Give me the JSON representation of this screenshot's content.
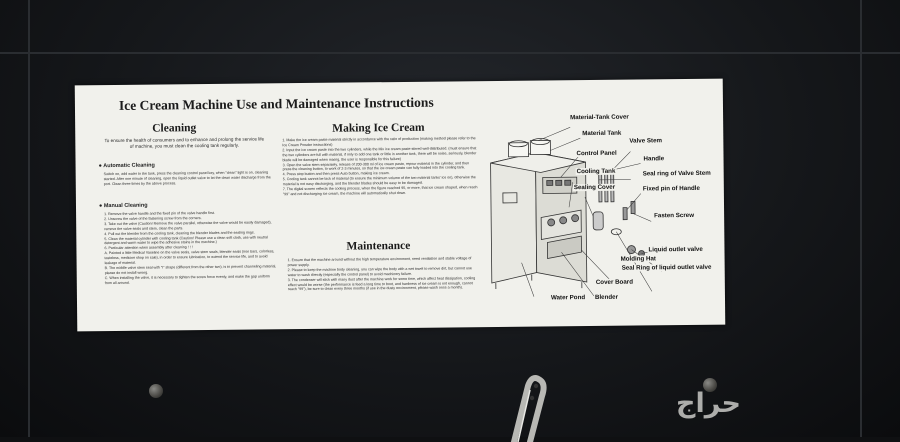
{
  "sign": {
    "title": "Ice Cream Machine Use and Maintenance Instructions",
    "cleaning": {
      "heading": "Cleaning",
      "intro": "To ensure the health of consumers and to enhance and prolong the service life of machine, you must clean the cooling tank regularly.",
      "auto_heading": "● Automatic Cleaning",
      "auto_text": "Switch on, add water to the tank, press the cleaning control panel key, when \"clean\" light is on, cleaning started. After one minute of cleaning, open the liquid outlet valve to let the clean water discharge from the port. Clean three times by the above process.",
      "manual_heading": "● Manual Cleaning",
      "manual_steps": [
        "1. Remove the valve handle and the fixed pin of the valve handle first.",
        "2. Unscrew the valve of the fastening screw from the corners.",
        "3. Take out the valve (Caution! Remove the valve parallel, otherwise the valve would be easily damaged), remove the valve seals and stem, clean the parts.",
        "4. Pull out the blender from the cooling tank, cleaning the blender blades and the sealing rings.",
        "5. Clean the material cylinder with cooling tank (Caution! Please use a clean soft cloth, use with neutral detergent and warm water to wipe the adhesive stains in the machine.)",
        "6. Particular attention when assembly after cleaning ! ! !",
        "A. Painted a little Medical Vaseline on the valve seals, valve stem seals, blender seals (iron bars, colorless, tasteless, medicine shop on sale), in order to ensure lubrication, to extend the service life, and to avoid leakage of material.",
        "B. The middle valve stem seal with \"I\" shape (different from the other two), is to prevent channeling material, please do not install wrong.",
        "C. When installing the valve, it is necessary to tighten the screw force evenly, and make the gap uniform from all around."
      ]
    },
    "making": {
      "heading": "Making Ice Cream",
      "steps": [
        "1. Make the ice cream paste material strictly in accordance with the ratio of production (making method please refer to the Ice Cream Powder instructions)",
        "2. Input the ice cream paste into the two cylinders, while the Mix ice cream paste stirred well-distributed. (must ensure that the two cylinders are full with material, if only to add one tank or little in another tank, there will be noise, seriously, blender blade will be damaged when mixing, the user is responsible for this failure)",
        "3. Open the valve stem separately, release of 200-300 ml of ice cream paste, repour material in the cylinder, and then press the cleaning button, to work of 2-3 minutes, so that the ice cream paste can fully loaded into the cooling tank.",
        "4. Press stop button and then press Auto button, making ice cream.",
        "5. Cooling tank cannot be lack of material (to ensure the minimum volume of the two material tanks' ice on), otherwise the material is not easy discharging, and the blender blades should be easy to be damaged.",
        "7. The digital screen reflects the cooling process, when the figure reached 95, or more, that ice cream shaped, when reach \"99\" and not discharging ice cream, the machine will automatically shut down."
      ]
    },
    "maintenance": {
      "heading": "Maintenance",
      "steps": [
        "1. Ensure that the machine around without the high temperature environment, need ventilation and stable voltage of power supply.",
        "2. Please to keep the machine body cleaning, you can wipe the body with a wet towel to remove dirt, but cannot use water to wash directly (especially the control panel) to avoid machinery failure.",
        "3. The condenser will stick with many dust after the machine work for some time, which affect heat dissipation, cooling effect would be worse (the performance is feed a long time to boot, and hardness of ice cream is not enough, cannot reach \"99\"), be sure to clean every three months (if use in the dusty environment, please wash once a month)."
      ]
    },
    "diagram_labels": {
      "material_tank_cover": "Material-Tank Cover",
      "material_tank": "Material Tank",
      "valve_stem": "Valve Stem",
      "control_panel": "Control Panel",
      "handle": "Handle",
      "cooling_tank": "Cooling Tank",
      "seal_ring_valve_stem": "Seal ring of Valve Stem",
      "sealing_cover": "Sealing Cover",
      "fixed_pin_handle": "Fixed pin of Handle",
      "fasten_screw": "Fasten Screw",
      "liquid_outlet_valve": "Liquid outlet valve",
      "molding_hat": "Molding Hat",
      "seal_ring_liquid_outlet": "Seal Ring of liquid outlet valve",
      "cover_board": "Cover Board",
      "water_pond": "Water Pond",
      "blender": "Blender"
    }
  },
  "watermark": "حراج",
  "colors": {
    "panel": "#f1f1ec",
    "background": "#15171a",
    "ink": "#1b1b1b"
  }
}
